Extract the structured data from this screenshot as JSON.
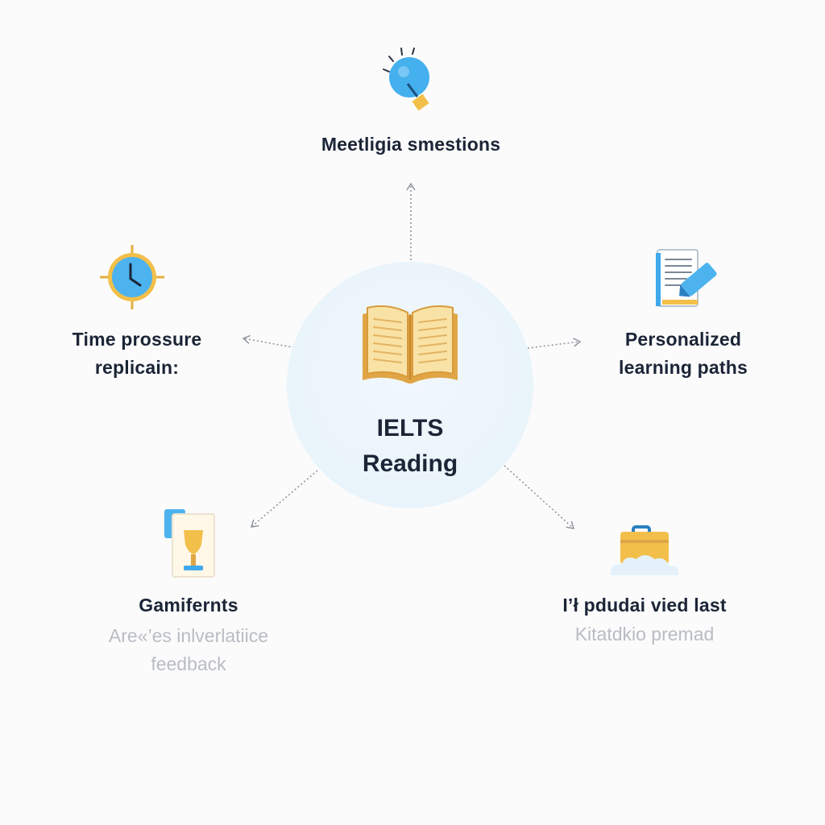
{
  "hub": {
    "title_line1": "IELTS",
    "title_line2": "Reading",
    "icon": "open-book-icon"
  },
  "nodes": {
    "top": {
      "label": "Meetligia smestions",
      "icon": "lightbulb-icon"
    },
    "left": {
      "line1": "Time prossure",
      "line2": "replicain:",
      "icon": "clock-icon"
    },
    "right": {
      "line1": "Personalized",
      "line2": "learning paths",
      "icon": "document-pencil-icon"
    },
    "bottom_left": {
      "title": "Gamifernts",
      "sub_line1": "Are«’es inlverlatiice",
      "sub_line2": "feedback",
      "icon": "trophy-card-icon"
    },
    "bottom_right": {
      "title": "I’ł pdudai vied last",
      "sub": "Kitatdkio premad",
      "icon": "briefcase-cloud-icon"
    }
  },
  "colors": {
    "text": "#1b2536",
    "faded_text": "#b8bcc3",
    "hub_fill": "#eaf4fb",
    "accent_blue": "#3fa9ec",
    "accent_yellow": "#f2c04a",
    "book_fill": "#f7dfa0",
    "connector": "#8a8f98"
  }
}
